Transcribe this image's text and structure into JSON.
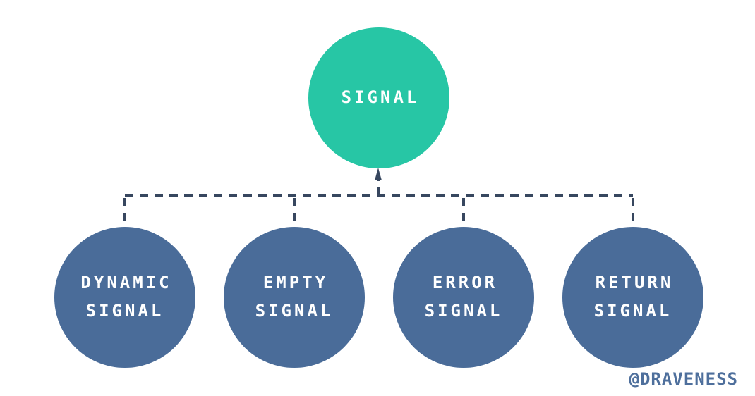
{
  "diagram": {
    "root": {
      "label": "SIGNAL"
    },
    "children": [
      {
        "label": "DYNAMIC\nSIGNAL"
      },
      {
        "label": "EMPTY\nSIGNAL"
      },
      {
        "label": "ERROR\nSIGNAL"
      },
      {
        "label": "RETURN\nSIGNAL"
      }
    ]
  },
  "watermark": {
    "label": "@DRAVENESS"
  },
  "colors": {
    "background": "#FFFFFF",
    "root-fill": "#27C6A5",
    "child-fill": "#4A6C99",
    "connector": "#37475F",
    "label-text": "#FFFFFF",
    "watermark-text": "#4E6F9C"
  }
}
